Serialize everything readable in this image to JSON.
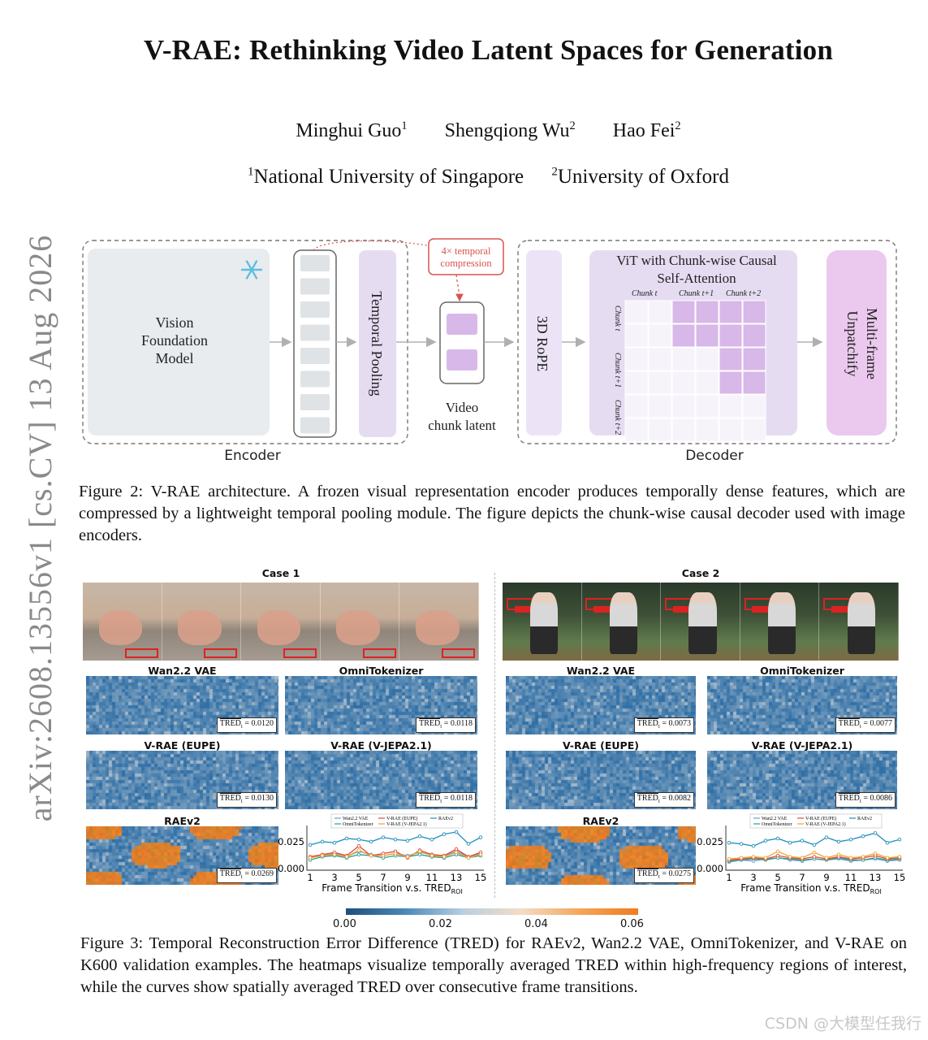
{
  "paper": {
    "title": "V-RAE: Rethinking Video Latent Spaces for Generation",
    "authors": [
      {
        "name": "Minghui Guo",
        "aff": "1"
      },
      {
        "name": "Shengqiong Wu",
        "aff": "2"
      },
      {
        "name": "Hao Fei",
        "aff": "2"
      }
    ],
    "affiliations": [
      {
        "num": "1",
        "name": "National University of Singapore"
      },
      {
        "num": "2",
        "name": "University of Oxford"
      }
    ],
    "arxiv_id": "arXiv:2608.13556v1  [cs.CV]  13 Aug 2026"
  },
  "figure2": {
    "encoder_label": "Encoder",
    "decoder_label": "Decoder",
    "vfm_label": "Vision\nFoundation\nModel",
    "temporal_pooling": "Temporal Pooling",
    "compression_note": "4× temporal\ncompression",
    "video_chunk_latent": "Video\nchunk latent",
    "rope": "3D RoPE",
    "vit_title": "ViT with Chunk-wise Causal\nSelf-Attention",
    "chunk_cols": [
      "Chunk t",
      "Chunk t+1",
      "Chunk t+2"
    ],
    "chunk_rows": [
      "Chunk t",
      "Chunk t+1",
      "Chunk t+2"
    ],
    "unpatchify": "Multi-frame\nUnpatchify",
    "caption": "Figure 2: V-RAE architecture. A frozen visual representation encoder produces temporally dense features, which are compressed by a lightweight temporal pooling module. The figure depicts the chunk-wise causal decoder used with image encoders."
  },
  "figure3": {
    "cases": [
      {
        "title": "Case 1",
        "heatmaps": [
          {
            "name": "Wan2.2 VAE",
            "tred": "0.0120"
          },
          {
            "name": "OmniTokenizer",
            "tred": "0.0118"
          },
          {
            "name": "V-RAE (EUPE)",
            "tred": "0.0130"
          },
          {
            "name": "V-RAE (V-JEPA2.1)",
            "tred": "0.0118"
          },
          {
            "name": "RAEv2",
            "tred": "0.0269"
          }
        ],
        "chart_data": {
          "type": "line",
          "x": [
            1,
            2,
            3,
            4,
            5,
            6,
            7,
            8,
            9,
            10,
            11,
            12,
            13,
            14,
            15
          ],
          "xticks": [
            "1",
            "3",
            "5",
            "7",
            "9",
            "11",
            "13",
            "15"
          ],
          "yticks": [
            "0.000",
            "0.025"
          ],
          "ylim": [
            0,
            0.05
          ],
          "xlabel": "Frame Transition v.s. TRED",
          "xlabel_sub": "ROI",
          "legend": "top",
          "series": [
            {
              "name": "Wan2.2 VAE",
              "color": "#6a9fd4",
              "values": [
                0.01,
                0.012,
                0.014,
                0.011,
                0.016,
                0.013,
                0.012,
                0.014,
                0.012,
                0.015,
                0.013,
                0.012,
                0.016,
                0.011,
                0.014
              ]
            },
            {
              "name": "OmniTokenizer",
              "color": "#2a9d8f",
              "values": [
                0.008,
                0.011,
                0.012,
                0.01,
                0.013,
                0.012,
                0.01,
                0.012,
                0.011,
                0.013,
                0.011,
                0.01,
                0.013,
                0.01,
                0.012
              ]
            },
            {
              "name": "V-RAE (EUPE)",
              "color": "#e04a3a",
              "values": [
                0.011,
                0.013,
                0.015,
                0.012,
                0.021,
                0.012,
                0.014,
                0.016,
                0.01,
                0.017,
                0.013,
                0.012,
                0.018,
                0.011,
                0.015
              ]
            },
            {
              "name": "V-RAE (V-JEPA2.1)",
              "color": "#f0a030",
              "values": [
                0.01,
                0.012,
                0.013,
                0.011,
                0.017,
                0.012,
                0.012,
                0.014,
                0.011,
                0.016,
                0.012,
                0.011,
                0.015,
                0.01,
                0.013
              ]
            },
            {
              "name": "RAEv2",
              "color": "#1f8fc0",
              "values": [
                0.022,
                0.025,
                0.024,
                0.028,
                0.027,
                0.025,
                0.029,
                0.027,
                0.026,
                0.03,
                0.027,
                0.032,
                0.034,
                0.023,
                0.029
              ]
            }
          ]
        }
      },
      {
        "title": "Case 2",
        "heatmaps": [
          {
            "name": "Wan2.2 VAE",
            "tred": "0.0073"
          },
          {
            "name": "OmniTokenizer",
            "tred": "0.0077"
          },
          {
            "name": "V-RAE (EUPE)",
            "tred": "0.0082"
          },
          {
            "name": "V-RAE (V-JEPA2.1)",
            "tred": "0.0086"
          },
          {
            "name": "RAEv2",
            "tred": "0.0275"
          }
        ],
        "chart_data": {
          "type": "line",
          "x": [
            1,
            2,
            3,
            4,
            5,
            6,
            7,
            8,
            9,
            10,
            11,
            12,
            13,
            14,
            15
          ],
          "xticks": [
            "1",
            "3",
            "5",
            "7",
            "9",
            "11",
            "13",
            "15"
          ],
          "yticks": [
            "0.000",
            "0.025"
          ],
          "ylim": [
            0,
            0.05
          ],
          "xlabel": "Frame Transition v.s. TRED",
          "xlabel_sub": "ROI",
          "legend": "top",
          "series": [
            {
              "name": "Wan2.2 VAE",
              "color": "#6a9fd4",
              "values": [
                0.006,
                0.008,
                0.007,
                0.009,
                0.01,
                0.008,
                0.007,
                0.009,
                0.008,
                0.009,
                0.007,
                0.008,
                0.009,
                0.007,
                0.008
              ]
            },
            {
              "name": "OmniTokenizer",
              "color": "#2a9d8f",
              "values": [
                0.007,
                0.008,
                0.009,
                0.008,
                0.01,
                0.009,
                0.008,
                0.009,
                0.008,
                0.01,
                0.008,
                0.008,
                0.01,
                0.008,
                0.009
              ]
            },
            {
              "name": "V-RAE (EUPE)",
              "color": "#e04a3a",
              "values": [
                0.008,
                0.009,
                0.01,
                0.009,
                0.012,
                0.01,
                0.009,
                0.011,
                0.009,
                0.011,
                0.009,
                0.01,
                0.012,
                0.009,
                0.01
              ]
            },
            {
              "name": "V-RAE (V-JEPA2.1)",
              "color": "#f0a030",
              "values": [
                0.009,
                0.01,
                0.011,
                0.01,
                0.016,
                0.011,
                0.01,
                0.015,
                0.01,
                0.013,
                0.01,
                0.011,
                0.014,
                0.01,
                0.011
              ]
            },
            {
              "name": "RAEv2",
              "color": "#1f8fc0",
              "values": [
                0.024,
                0.023,
                0.021,
                0.026,
                0.028,
                0.024,
                0.026,
                0.022,
                0.029,
                0.025,
                0.027,
                0.03,
                0.033,
                0.024,
                0.027
              ]
            }
          ]
        }
      }
    ],
    "legend_labels": [
      "Wan2.2 VAE",
      "V-RAE (EUPE)",
      "RAEv2",
      "OmniTokenizer",
      "V-RAE (V-JEPA2.1)"
    ],
    "colorbar_ticks": [
      "0.00",
      "0.02",
      "0.04",
      "0.06"
    ],
    "tred_prefix": "TRED",
    "tred_sub": "t",
    "caption": "Figure 3: Temporal Reconstruction Error Difference (TRED) for RAEv2, Wan2.2 VAE, OmniTokenizer, and V-RAE on K600 validation examples. The heatmaps visualize temporally averaged TRED within high-frequency regions of interest, while the curves show spatially averaged TRED over consecutive frame transitions."
  },
  "watermark": "CSDN @大模型任我行",
  "colors": {
    "heat_low": "#2f6fa6",
    "heat_high": "#f08a30",
    "lavender": "#e6dcf2",
    "purple_cell": "#d8b8e8",
    "vfm_bg": "#e8ecef"
  }
}
